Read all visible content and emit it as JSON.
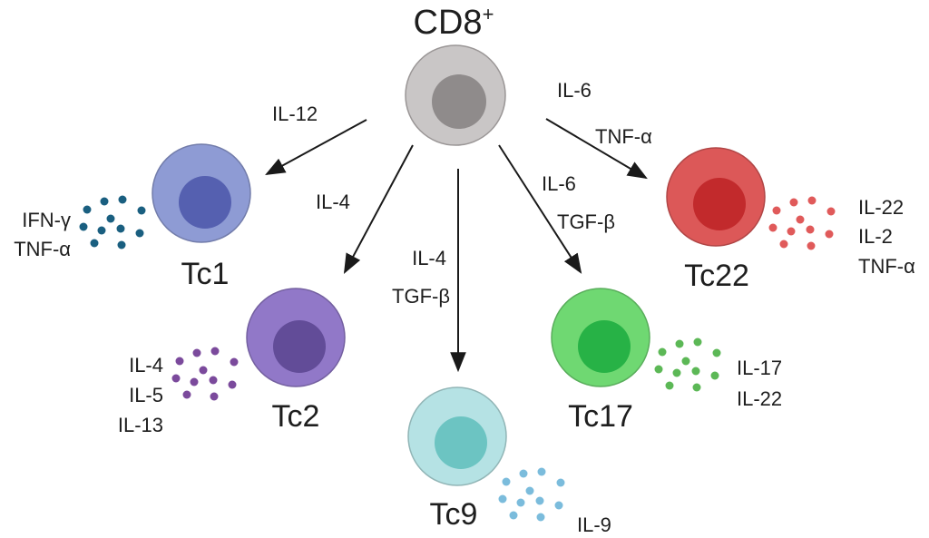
{
  "diagram": {
    "source_cell": {
      "label": "CD8",
      "superscript": "+",
      "color_outer": "#c9c6c6",
      "color_inner": "#8f8b8b"
    },
    "arrows": [
      {
        "target": "Tc1",
        "inducers": [
          "IL-12"
        ]
      },
      {
        "target": "Tc2",
        "inducers": [
          "IL-4"
        ]
      },
      {
        "target": "Tc9",
        "inducers": [
          "IL-4",
          "TGF-β"
        ]
      },
      {
        "target": "Tc17",
        "inducers": [
          "IL-6",
          "TGF-β"
        ]
      },
      {
        "target": "Tc22",
        "inducers": [
          "IL-6",
          "TNF-α"
        ]
      }
    ],
    "subsets": [
      {
        "name": "Tc1",
        "color_outer": "#8e9bd4",
        "color_inner": "#5560b0",
        "dot_color": "#1a5f80",
        "cytokines": [
          "IFN-γ",
          "TNF-α"
        ]
      },
      {
        "name": "Tc2",
        "color_outer": "#9178c8",
        "color_inner": "#624c98",
        "dot_color": "#7b4a9c",
        "cytokines": [
          "IL-4",
          "IL-5",
          "IL-13"
        ]
      },
      {
        "name": "Tc9",
        "color_outer": "#b5e2e4",
        "color_inner": "#6cc4c2",
        "dot_color": "#7bbcdc",
        "cytokines": [
          "IL-9"
        ]
      },
      {
        "name": "Tc17",
        "color_outer": "#6fd872",
        "color_inner": "#27b246",
        "dot_color": "#5cb856",
        "cytokines": [
          "IL-17",
          "IL-22"
        ]
      },
      {
        "name": "Tc22",
        "color_outer": "#dc5858",
        "color_inner": "#c22a2c",
        "dot_color": "#e05a5a",
        "cytokines": [
          "IL-22",
          "IL-2",
          "TNF-α"
        ]
      }
    ]
  }
}
